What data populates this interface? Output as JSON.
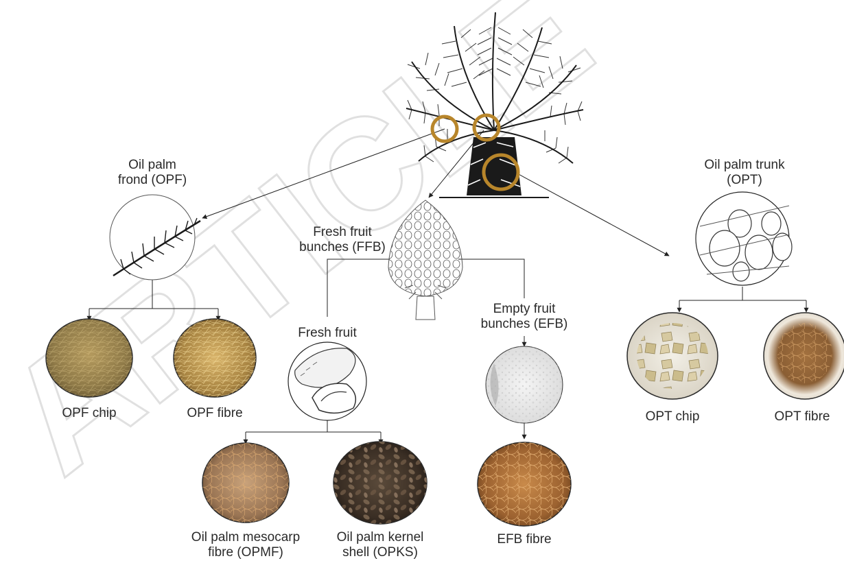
{
  "watermark": {
    "text": "ARTICLE",
    "color": "#d9d9d9"
  },
  "accent_colors": {
    "highlight_ring": "#b8862b",
    "line": "#333333"
  },
  "tree": {
    "icon": "oil-palm-tree-icon"
  },
  "nodes": {
    "opf": {
      "line1": "Oil palm",
      "line2": "frond (OPF)"
    },
    "ffb": {
      "line1": "Fresh fruit",
      "line2": "bunches (FFB)"
    },
    "opt": {
      "line1": "Oil palm trunk",
      "line2": "(OPT)"
    },
    "fresh_fruit": {
      "label": "Fresh fruit"
    },
    "efb": {
      "line1": "Empty fruit",
      "line2": "bunches (EFB)"
    }
  },
  "products": {
    "opf_chip": "OPF chip",
    "opf_fibre": "OPF fibre",
    "opmf": {
      "line1": "Oil palm mesocarp",
      "line2": "fibre (OPMF)"
    },
    "opks": {
      "line1": "Oil palm kernel",
      "line2": "shell (OPKS)"
    },
    "efb_fibre": "EFB fibre",
    "opt_chip": "OPT chip",
    "opt_fibre": "OPT fibre"
  }
}
